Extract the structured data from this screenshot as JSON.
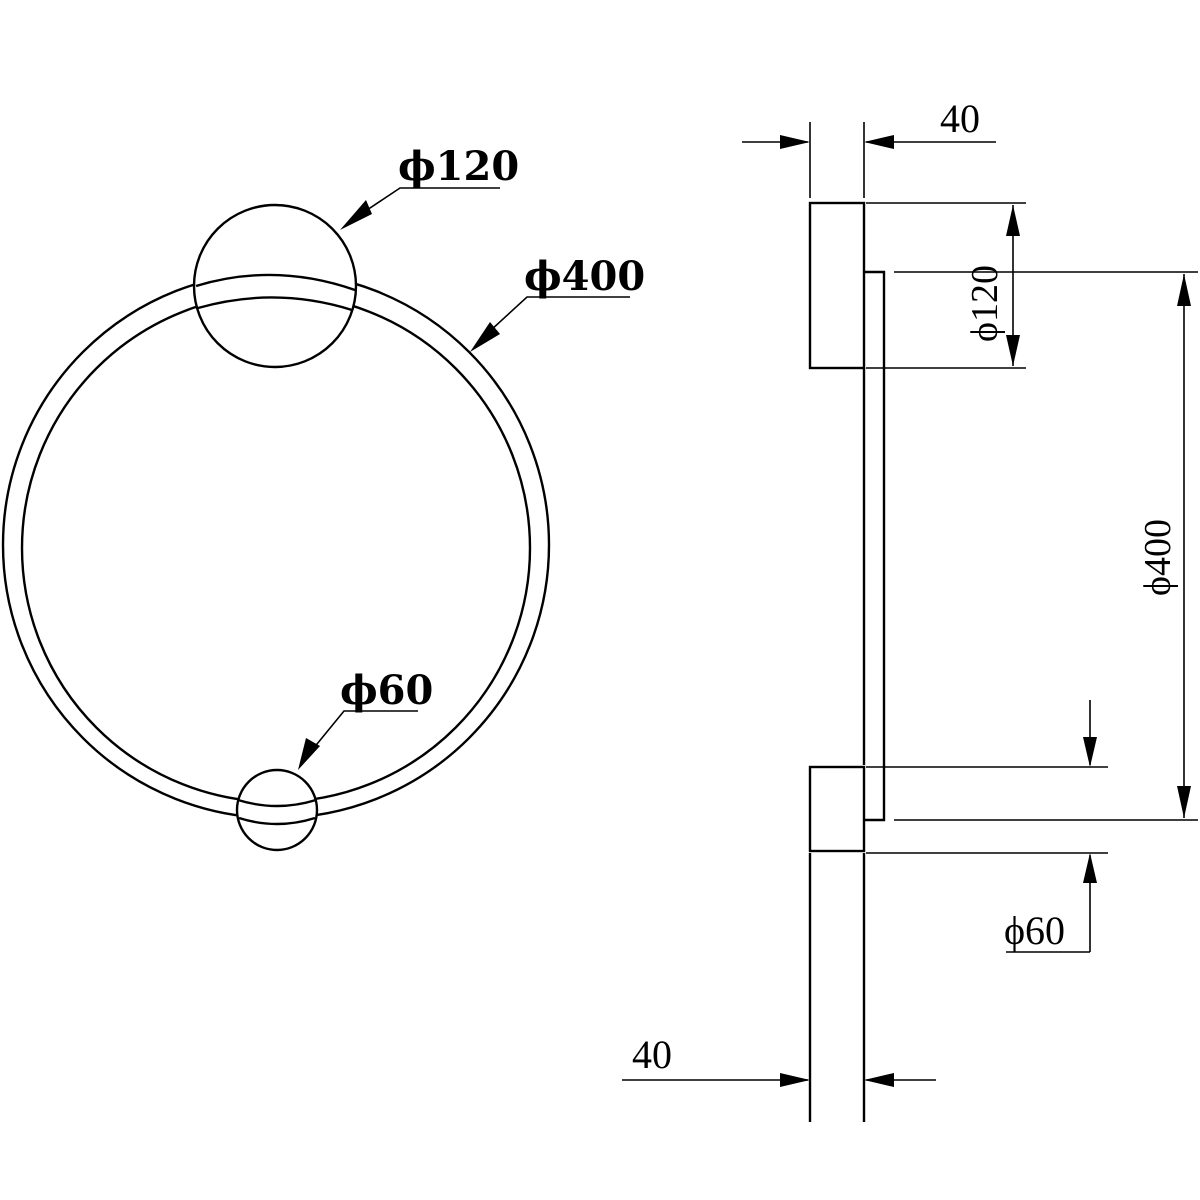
{
  "front_view": {
    "ring_label": "ϕ400",
    "top_ball_label": "ϕ120",
    "bottom_ball_label": "ϕ60"
  },
  "side_view": {
    "top_width_label": "40",
    "bottom_width_label": "40",
    "top_ball_label": "ϕ120",
    "ring_label": "ϕ400",
    "bottom_ball_label": "ϕ60"
  },
  "colors": {
    "line": "#000000",
    "background": "#ffffff"
  }
}
